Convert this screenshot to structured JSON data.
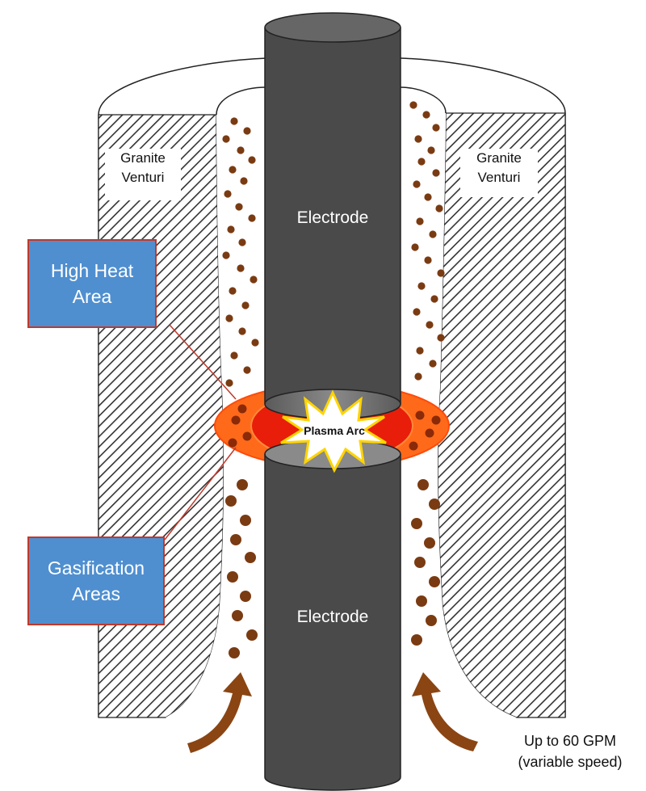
{
  "diagram": {
    "callouts": {
      "high_heat": {
        "line1": "High Heat",
        "line2": "Area"
      },
      "gasification": {
        "line1": "Gasification",
        "line2": "Areas"
      }
    },
    "venturi_left": {
      "line1": "Granite",
      "line2": "Venturi"
    },
    "venturi_right": {
      "line1": "Granite",
      "line2": "Venturi"
    },
    "electrode_top_label": "Electrode",
    "electrode_bottom_label": "Electrode",
    "arc_label": "Plasma Arc",
    "flow_label": {
      "line1": "Up to 60 GPM",
      "line2": "(variable speed)"
    },
    "colors": {
      "electrode": "#4a4a4a",
      "electrode_cap": "#686868",
      "hatch": "#333333",
      "particle": "#7a3b12",
      "arrow": "#8a4513",
      "heat_outer": "#ff5a1a",
      "heat_inner": "#e81e0a",
      "callout_fill": "#4f8fd0",
      "callout_border": "#c0392b"
    }
  }
}
